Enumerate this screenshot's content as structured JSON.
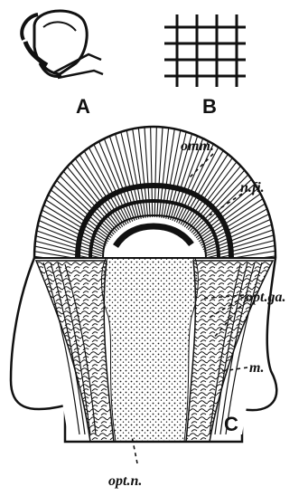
{
  "panels": {
    "a": {
      "caption": "A"
    },
    "b": {
      "caption": "B"
    },
    "c": {
      "caption": "C"
    }
  },
  "labels": {
    "ommatidia": "omm.",
    "nerve_fibres": "n.fi.",
    "optic_ganglion": "opt.ga.",
    "muscle": "m.",
    "optic_nerve": "opt.n."
  },
  "colors": {
    "ink": "#111111",
    "paper": "#ffffff"
  }
}
